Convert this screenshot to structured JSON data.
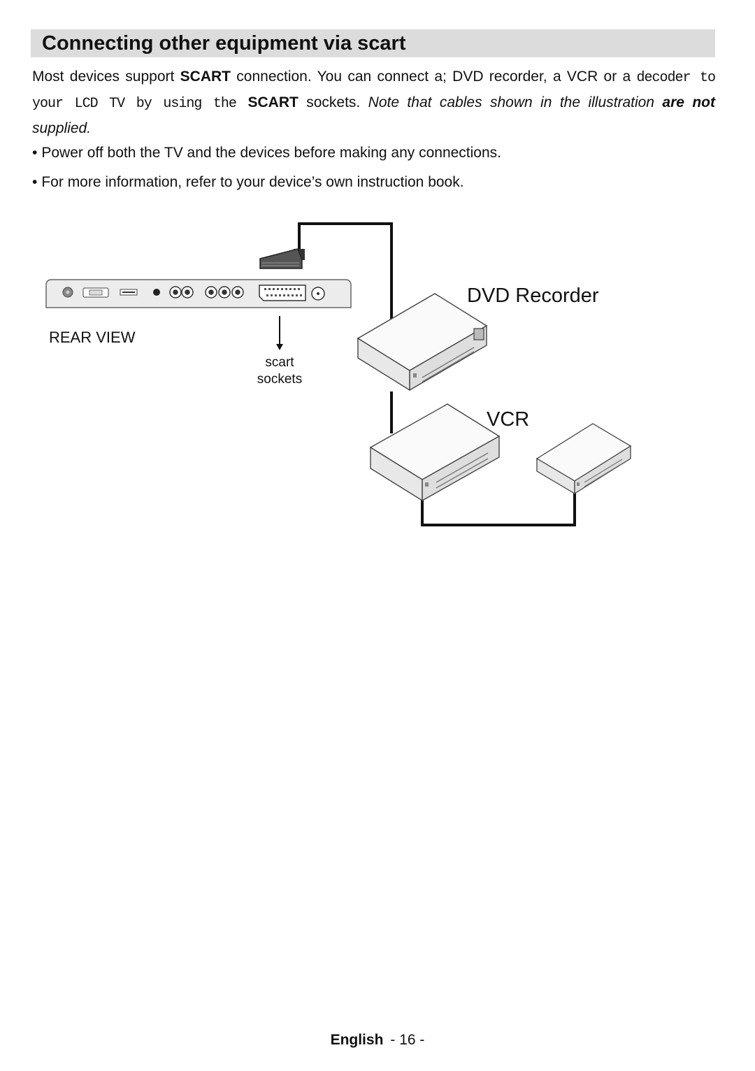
{
  "header": {
    "title": "Connecting other equipment via scart"
  },
  "intro": {
    "part1": "Most devices support ",
    "scart1": "SCART",
    "part2": " connection. You can connect a;  DVD recorder, a VCR or a ",
    "part3": "decoder to your LCD TV by using the ",
    "scart2": "SCART",
    "part4": " sockets. ",
    "note1": "Note that cables shown in the illustration ",
    "note_bold": "are not",
    "note2": " supplied."
  },
  "bullets": [
    {
      "marker": "•",
      "text": "Power off both the TV and the devices before making any connections."
    },
    {
      "marker": "•",
      "text": "For more information, refer to your device’s own instruction book."
    }
  ],
  "diagram": {
    "rear_view_label": "REAR VIEW",
    "scart_label_line1": "scart",
    "scart_label_line2": "sockets",
    "dvd_label": "DVD Recorder",
    "vcr_label": "VCR",
    "cable_color": "#111111",
    "panel_color": "#ececec"
  },
  "footer": {
    "language": "English",
    "page": "- 16 -"
  }
}
